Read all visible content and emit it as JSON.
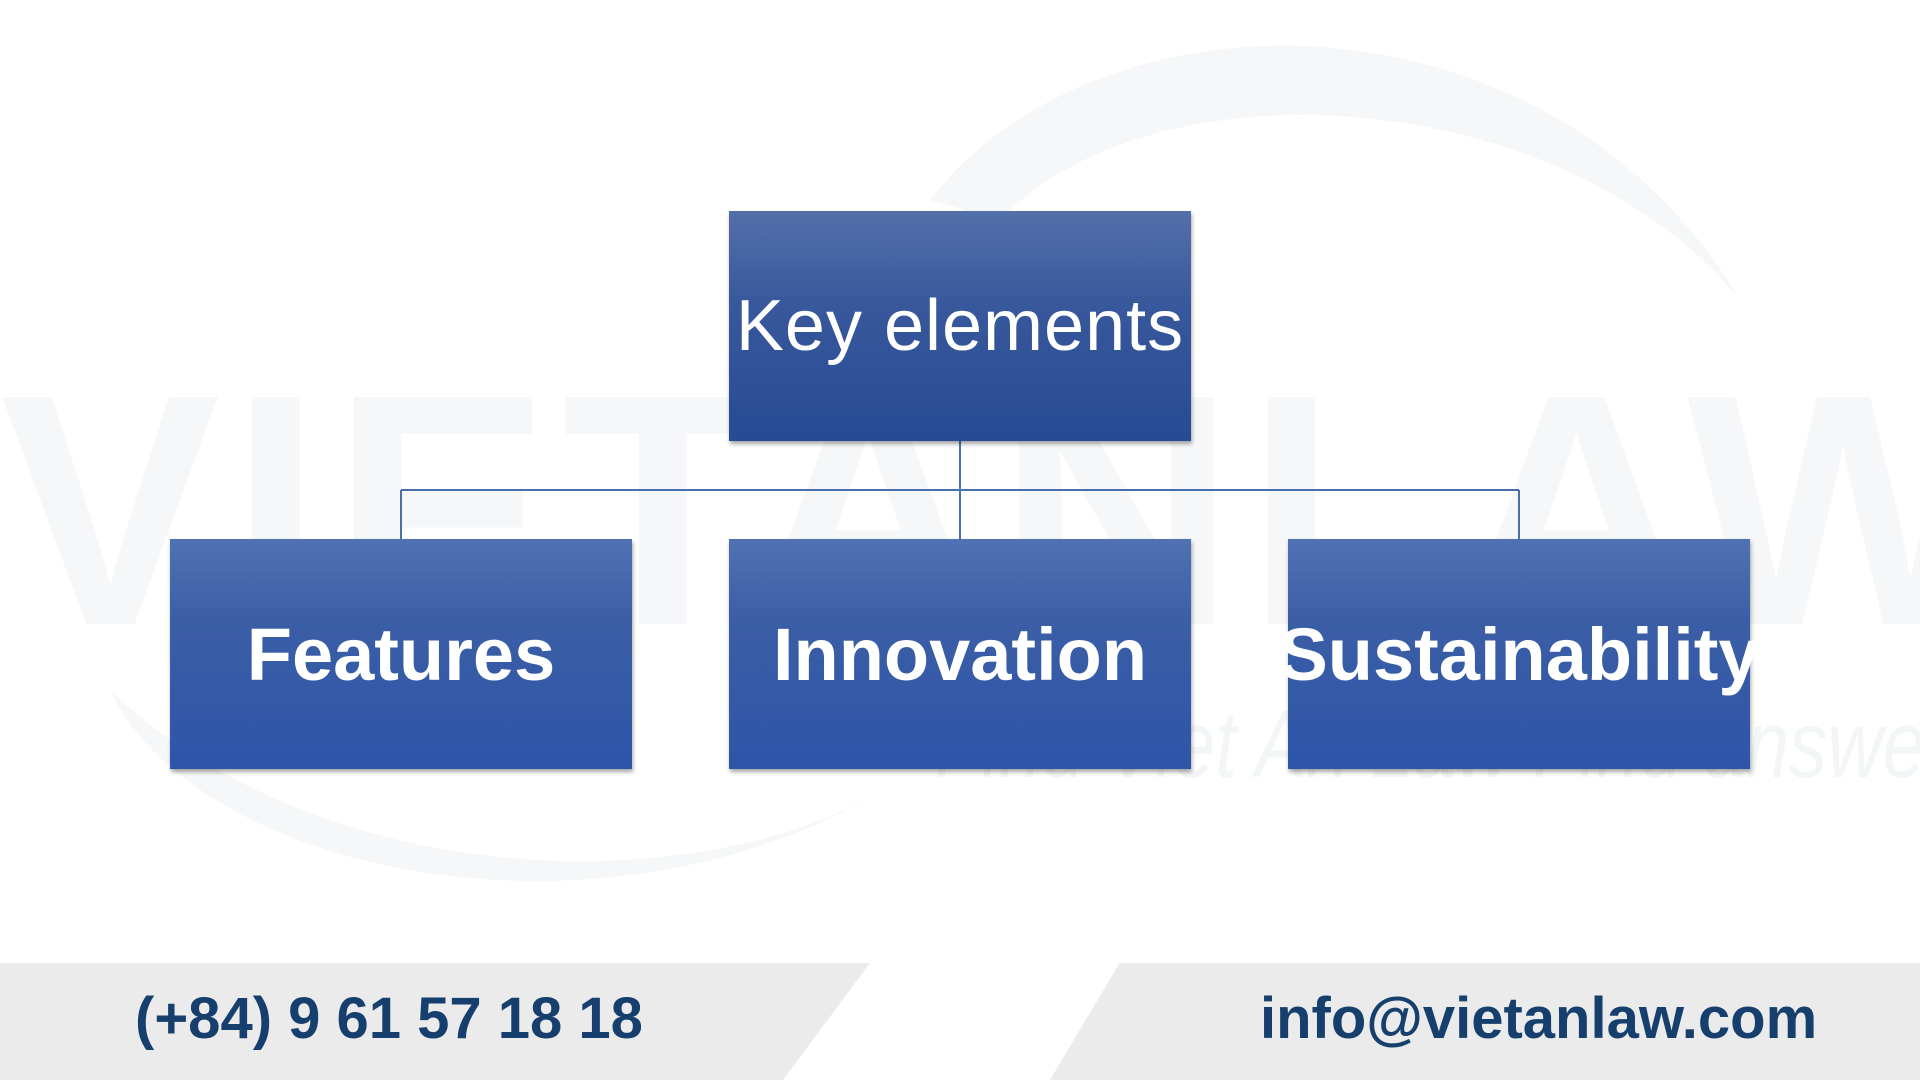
{
  "diagram": {
    "root": {
      "label": "Key elements"
    },
    "children": [
      {
        "label": "Features"
      },
      {
        "label": "Innovation"
      },
      {
        "label": "Sustainability"
      }
    ]
  },
  "watermark": {
    "brand": "VIETANLAW",
    "tagline": "Find Viet An Law Find answers."
  },
  "footer": {
    "phone": "(+84) 9 61 57 18 18",
    "email": "info@vietanlaw.com"
  },
  "colors": {
    "box_fill": "#2d55a8",
    "box_fill_top": "#5072b4",
    "connector": "#4a6fb0",
    "footer_text": "#163f6e",
    "footer_band": "#ebebeb",
    "watermark": "#c8d4d8"
  }
}
